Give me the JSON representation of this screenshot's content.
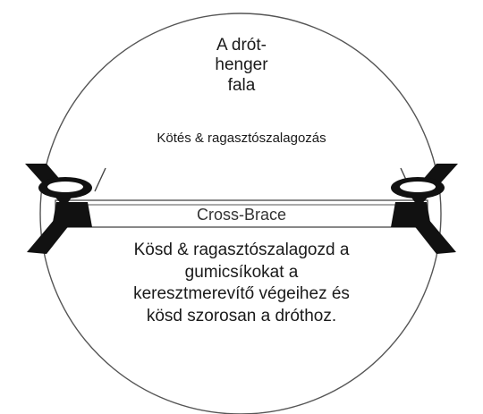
{
  "diagram": {
    "wall_label_lines": [
      "A drót-",
      "henger",
      "fala"
    ],
    "tie_label": "Kötés & ragasztószalagozás",
    "brace_label": "Cross-Brace",
    "instruction_lines": [
      "Kösd & ragasztószalagozd a",
      "gumicsíkokat a",
      "keresztmerevítő végeihez és",
      "kösd szorosan a dróthoz."
    ]
  },
  "colors": {
    "outline": "#555555",
    "tie": "#111111",
    "background": "#ffffff"
  },
  "icons": [
    "bowtie-knot-icon"
  ]
}
